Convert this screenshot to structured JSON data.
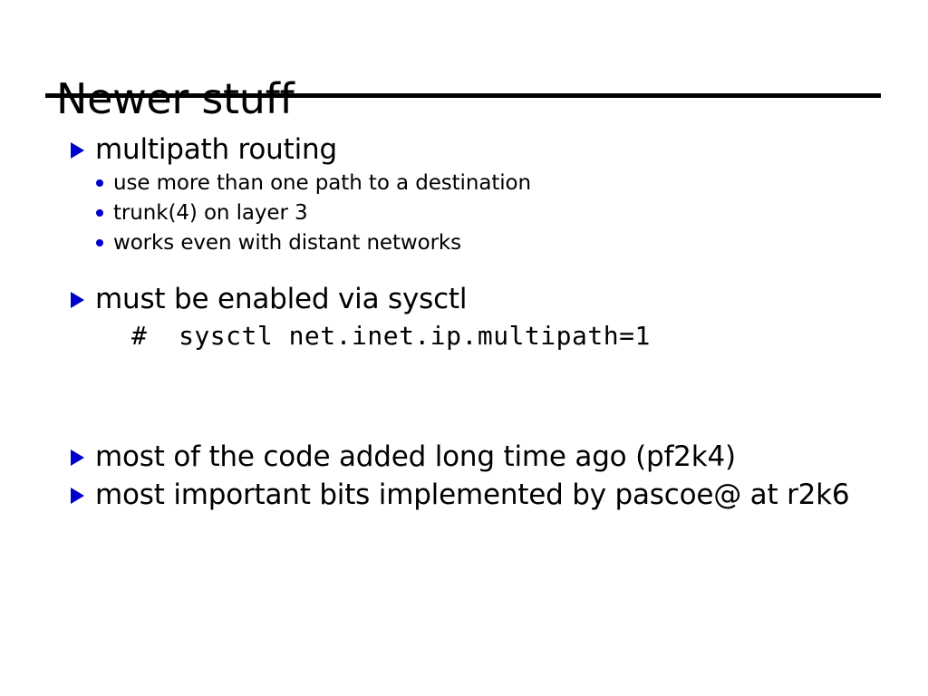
{
  "slide": {
    "title": "Newer stuff",
    "theme": {
      "background": "#ffffff",
      "text_color": "#000000",
      "bullet_color": "#0000cc",
      "rule_color": "#000000"
    },
    "sections": [
      {
        "heading": "multipath routing",
        "sub_items": [
          "use more than one path to a destination",
          "trunk(4) on layer 3",
          "works even with distant networks"
        ]
      },
      {
        "heading": "must be enabled via sysctl",
        "code": "#  sysctl net.inet.ip.multipath=1"
      },
      {
        "heading": "most of the code added long time ago (pf2k4)"
      },
      {
        "heading": "most important bits implemented by pascoe@ at r2k6"
      }
    ]
  }
}
